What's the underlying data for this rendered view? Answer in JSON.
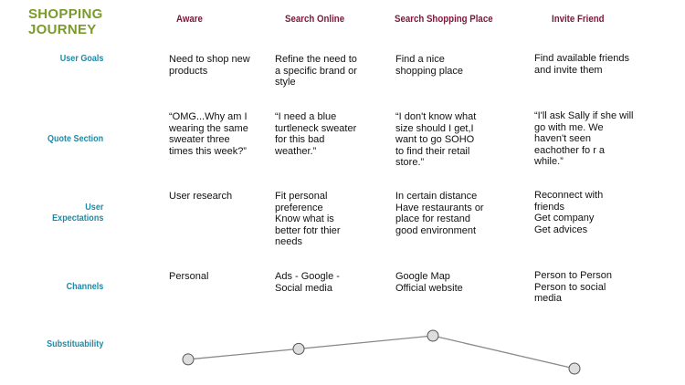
{
  "title": {
    "line1": "SHOPPING",
    "line2": "JOURNEY"
  },
  "colors": {
    "title": "#7a9a2a",
    "stage": "#7a1838",
    "row_label": "#1f8aa8",
    "line": "#888888",
    "marker_fill": "#dddddd"
  },
  "stages": [
    "Aware",
    "Search Online",
    "Search Shopping Place",
    "Invite Friend"
  ],
  "rows": {
    "user_goals": {
      "label": "User Goals",
      "cells": [
        "Need to shop new\nproducts",
        "Refine the need to\na specific brand or\nstyle",
        "Find a nice\nshopping place",
        "Find available friends\nand invite them"
      ]
    },
    "quote_section": {
      "label": "Quote Section",
      "cells": [
        "“OMG...Why am I\nwearing the same\nsweater three\ntimes this week?”",
        "“I need a blue\nturtleneck sweater\nfor this bad\nweather.”",
        "“I don't know what\nsize should I get,I\nwant to go SOHO\nto find their retail\nstore.”",
        "“I'll ask Sally if she will\ngo with me. We\nhaven't seen\neachother fo r a\nwhile.”"
      ]
    },
    "user_expectations": {
      "label_line1": "User",
      "label_line2": "Expectations",
      "cells": [
        "User research",
        "Fit personal\npreference\nKnow what is\nbetter fotr thier\nneeds",
        "In certain distance\nHave restaurants or\nplace for restand\ngood environment",
        "Reconnect with\nfriends\nGet company\nGet advices"
      ]
    },
    "channels": {
      "label": "Channels",
      "cells": [
        "Personal",
        "Ads - Google -\nSocial media",
        "Google Map\nOfficial website",
        "Person to Person\nPerson to social\nmedia"
      ]
    },
    "substitutability": {
      "label": "Substituability"
    }
  },
  "chart_data": {
    "type": "line",
    "categories": [
      "Aware",
      "Search Online",
      "Search Shopping Place",
      "Invite Friend"
    ],
    "values": [
      0.28,
      0.6,
      1.0,
      0.0
    ],
    "ylabel": "Substituability",
    "grid": false,
    "marker": "circle"
  }
}
